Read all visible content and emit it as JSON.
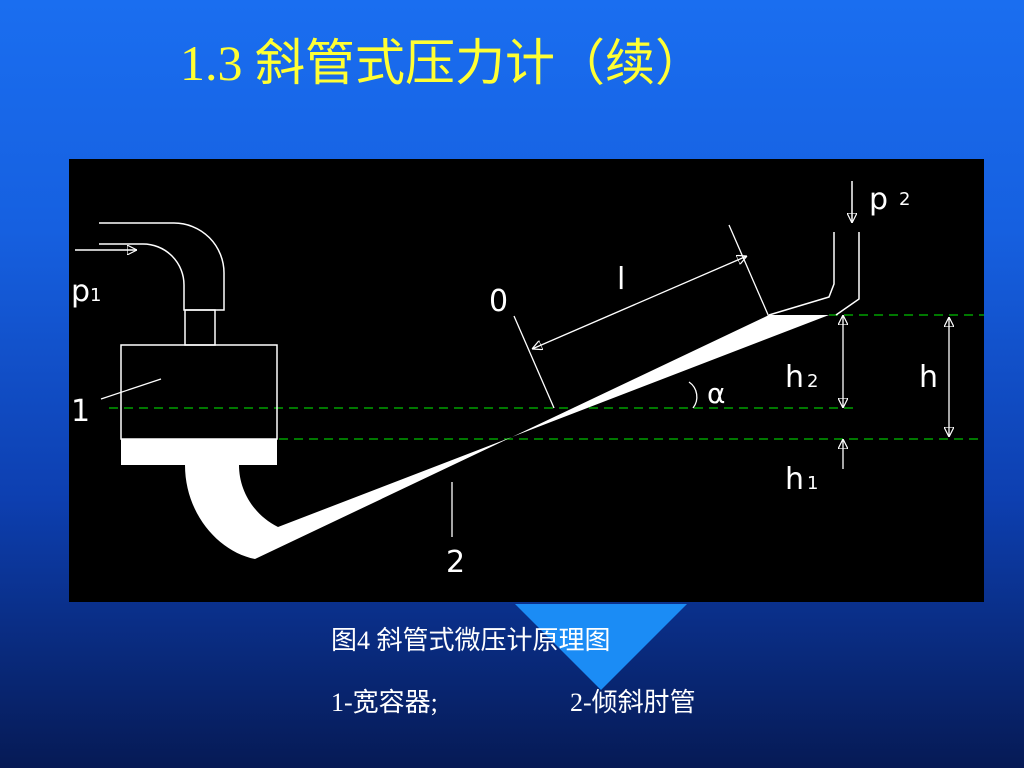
{
  "slide": {
    "title": "1.3 斜管式压力计（续）",
    "caption": "图4  斜管式微压计原理图",
    "legend_1": "1-宽容器;",
    "legend_2": "2-倾斜肘管"
  },
  "diagram": {
    "labels": {
      "p1": "p",
      "p1_sub": "1",
      "p2": "p",
      "p2_sub": "2",
      "part1": "1",
      "part2": "2",
      "zero": "0",
      "length": "l",
      "angle": "α",
      "h": "h",
      "h1": "h",
      "h1_sub": "1",
      "h2": "h",
      "h2_sub": "2"
    },
    "colors": {
      "background": "#000000",
      "lines": "#ffffff",
      "levels": "#00c000",
      "title": "#ffff33"
    }
  }
}
